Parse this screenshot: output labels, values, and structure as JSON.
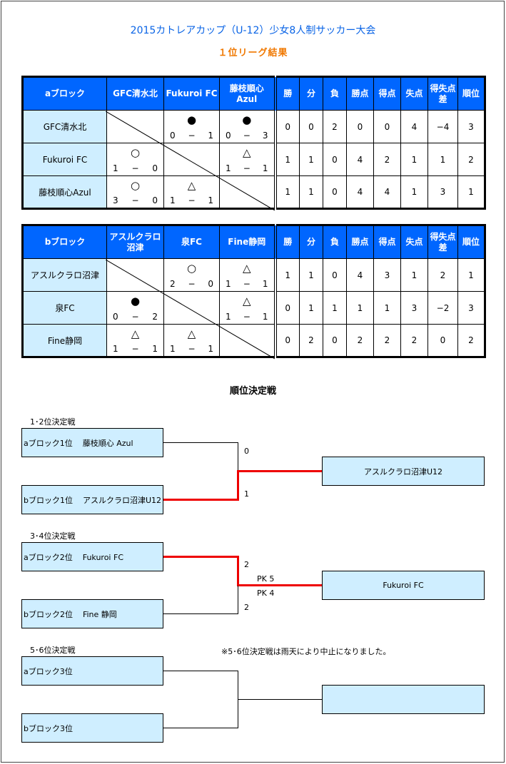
{
  "title": "2015カトレアカップ（U-12）少女8人制サッカー大会",
  "subtitle": "１位リーグ結果",
  "stat_headers": [
    "勝",
    "分",
    "負",
    "勝点",
    "得点",
    "失点",
    "得失点差",
    "順位"
  ],
  "blocks": [
    {
      "name": "aブロック",
      "teams": [
        "GFC清水北",
        "Fukuroi FC",
        "藤枝順心Azul"
      ],
      "header_teams": [
        "GFC清水北",
        "Fukuroi FC",
        "藤枝順心 Azul"
      ],
      "matches": [
        [
          null,
          {
            "sym": "●",
            "s": [
              "0",
              "−",
              "1"
            ]
          },
          {
            "sym": "●",
            "s": [
              "0",
              "−",
              "3"
            ]
          }
        ],
        [
          {
            "sym": "○",
            "s": [
              "1",
              "−",
              "0"
            ]
          },
          null,
          {
            "sym": "△",
            "s": [
              "1",
              "−",
              "1"
            ]
          }
        ],
        [
          {
            "sym": "○",
            "s": [
              "3",
              "−",
              "0"
            ]
          },
          {
            "sym": "△",
            "s": [
              "1",
              "−",
              "1"
            ]
          },
          null
        ]
      ],
      "stats": [
        [
          "0",
          "0",
          "2",
          "0",
          "0",
          "4",
          "−4",
          "3"
        ],
        [
          "1",
          "1",
          "0",
          "4",
          "2",
          "1",
          "1",
          "2"
        ],
        [
          "1",
          "1",
          "0",
          "4",
          "4",
          "1",
          "3",
          "1"
        ]
      ]
    },
    {
      "name": "bブロック",
      "teams": [
        "アスルクラロ沼津",
        "泉FC",
        "Fine静岡"
      ],
      "header_teams": [
        "アスルクラロ 沼津",
        "泉FC",
        "Fine静岡"
      ],
      "matches": [
        [
          null,
          {
            "sym": "○",
            "s": [
              "2",
              "−",
              "0"
            ]
          },
          {
            "sym": "△",
            "s": [
              "1",
              "−",
              "1"
            ]
          }
        ],
        [
          {
            "sym": "●",
            "s": [
              "0",
              "−",
              "2"
            ]
          },
          null,
          {
            "sym": "△",
            "s": [
              "1",
              "−",
              "1"
            ]
          }
        ],
        [
          {
            "sym": "△",
            "s": [
              "1",
              "−",
              "1"
            ]
          },
          {
            "sym": "△",
            "s": [
              "1",
              "−",
              "1"
            ]
          },
          null
        ]
      ],
      "stats": [
        [
          "1",
          "1",
          "0",
          "4",
          "3",
          "1",
          "2",
          "1"
        ],
        [
          "0",
          "1",
          "1",
          "1",
          "1",
          "3",
          "−2",
          "3"
        ],
        [
          "0",
          "2",
          "0",
          "2",
          "2",
          "2",
          "0",
          "2"
        ]
      ]
    }
  ],
  "ranking": {
    "heading": "順位決定戦",
    "m12": {
      "title": "1･2位決定戦",
      "top": "aブロック1位    藤枝順心 Azul",
      "bottom": "bブロック1位    アスルクラロ沼津U12",
      "score_top": "0",
      "score_bottom": "1",
      "winner": "アスルクラロ沼津U12"
    },
    "m34": {
      "title": "3･4位決定戦",
      "top": "aブロック2位    Fukuroi FC",
      "bottom": "bブロック2位    Fine 静岡",
      "score_top": "2",
      "score_bottom": "2",
      "pk_top": "PK 5",
      "pk_bottom": "PK 4",
      "winner": "Fukuroi FC"
    },
    "m56": {
      "title": "5･6位決定戦",
      "top": "aブロック3位",
      "bottom": "bブロック3位",
      "note": "※5･6位決定戦は雨天により中止になりました。",
      "winner": ""
    }
  }
}
